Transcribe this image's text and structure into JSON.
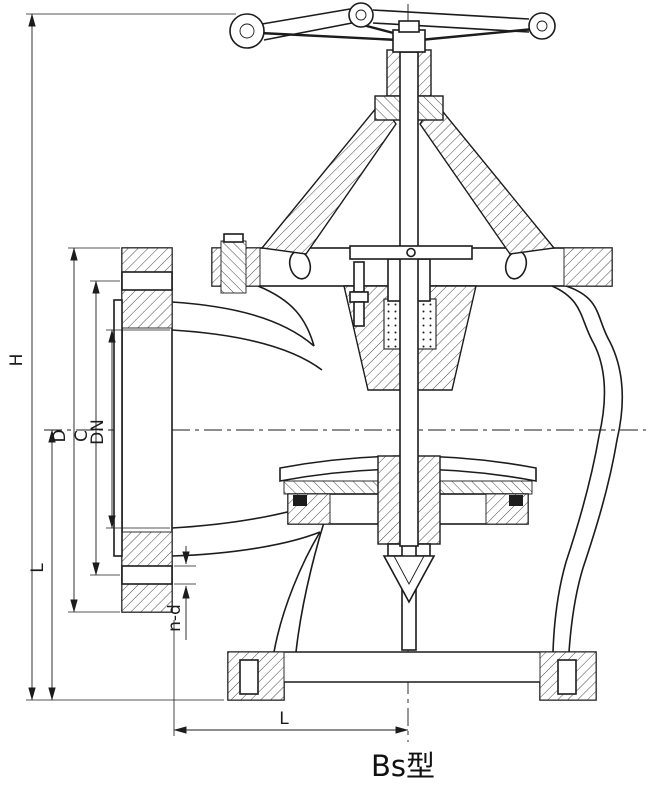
{
  "drawing": {
    "type": "valve-sectional-technical-drawing",
    "caption": "Bs型",
    "dimension_labels": {
      "overall_height": "H",
      "center_to_face_vertical": "L",
      "flange_outside_diameter": "D",
      "bolt_circle_diameter": "C",
      "nominal_bore": "DN",
      "bolt_holes": "n-d",
      "center_to_face_horizontal": "L"
    },
    "colors": {
      "line": "#1c1c1c",
      "background": "#ffffff"
    }
  }
}
